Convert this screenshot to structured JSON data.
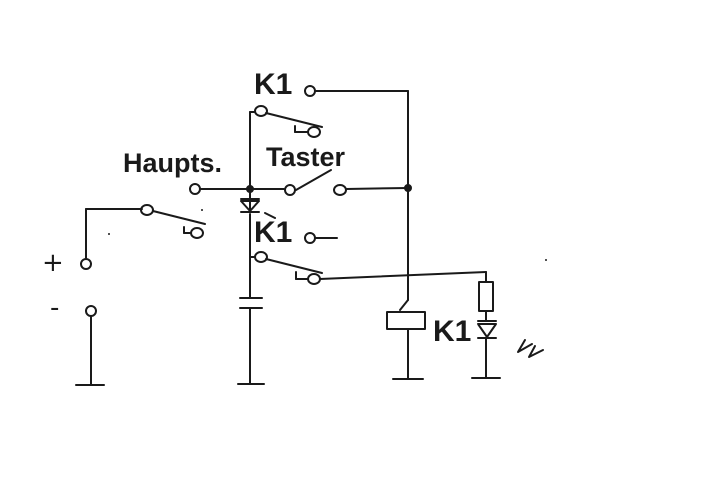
{
  "labels": {
    "k1_top": "K1",
    "haupts": "Haupts.",
    "taster": "Taster",
    "k1_mid": "K1",
    "k1_relay": "K1",
    "plus": "+",
    "minus": "-"
  },
  "colors": {
    "ink": "#1a1a1a",
    "background": "#ffffff"
  }
}
